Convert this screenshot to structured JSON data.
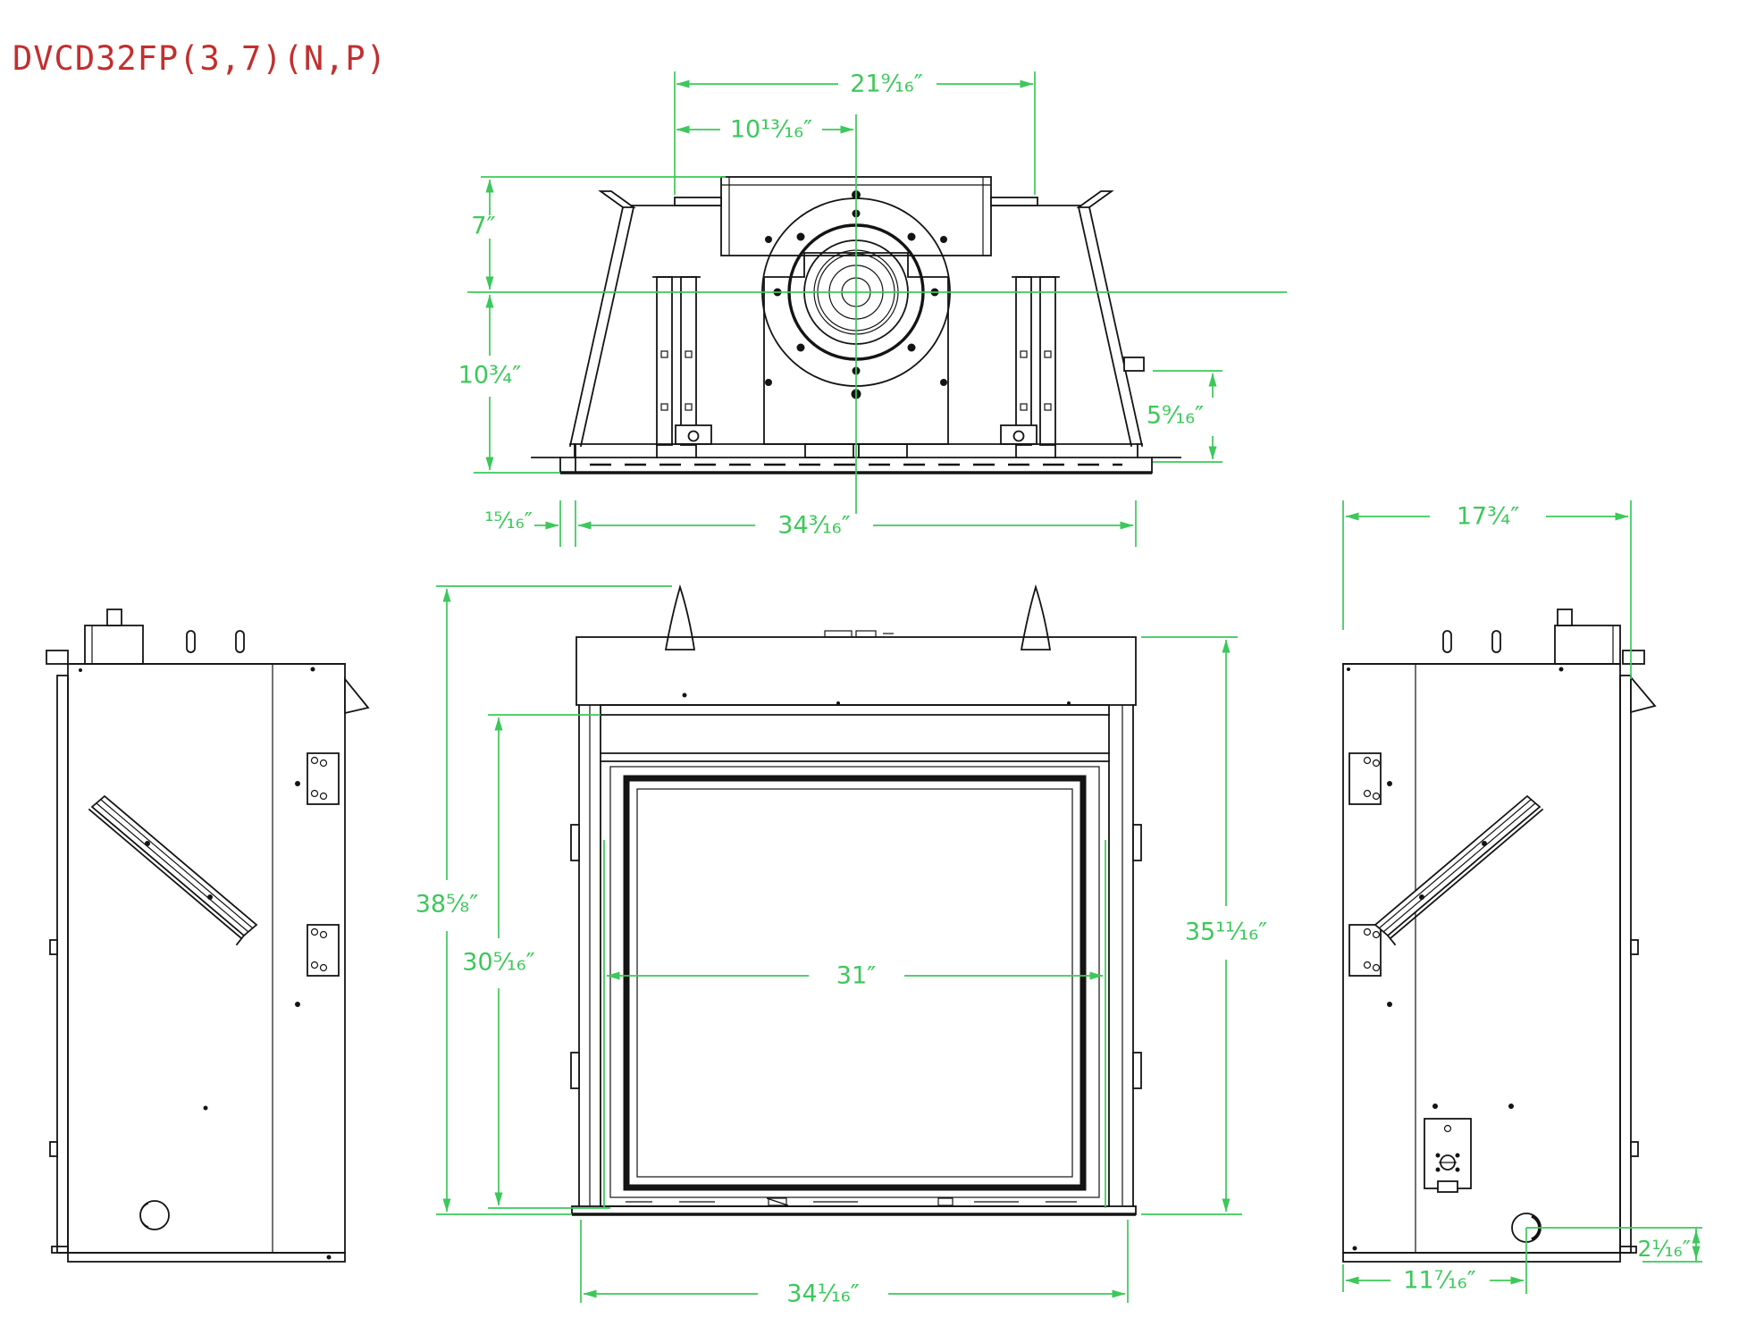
{
  "title": "DVCD32FP(3,7)(N,P)",
  "colors": {
    "line": "#141414",
    "dimension_green": "#3cc85a",
    "title_red": "#c22f2f",
    "background": "#ffffff"
  },
  "views": {
    "top_view": {
      "description": "plan view with flue collar",
      "dims": {
        "collar_box_width": "21⁹⁄₁₆″",
        "collar_box_left_to_center": "10¹³⁄₁₆″",
        "top_edge_to_flue_center": "7″",
        "flue_center_to_rear": "10³⁄₄″",
        "rear_step_height": "5⁹⁄₁₆″",
        "base_lip": "¹⁵⁄₁₆″",
        "base_width": "34³⁄₁₆″"
      }
    },
    "front_view": {
      "description": "front elevation with glass door",
      "dims": {
        "overall_height": "38⁵⁄₈″",
        "opening_height": "30⁵⁄₁₆″",
        "opening_width": "31″",
        "body_height": "35¹¹⁄₁₆″",
        "base_width": "34¹⁄₁₆″"
      }
    },
    "side_views": {
      "description": "left and right side elevations",
      "dims": {
        "depth": "17³⁄₄″",
        "gas_hole_from_rear": "11⁷⁄₁₆″",
        "gas_hole_height": "2¹⁄₁₆″"
      }
    }
  }
}
